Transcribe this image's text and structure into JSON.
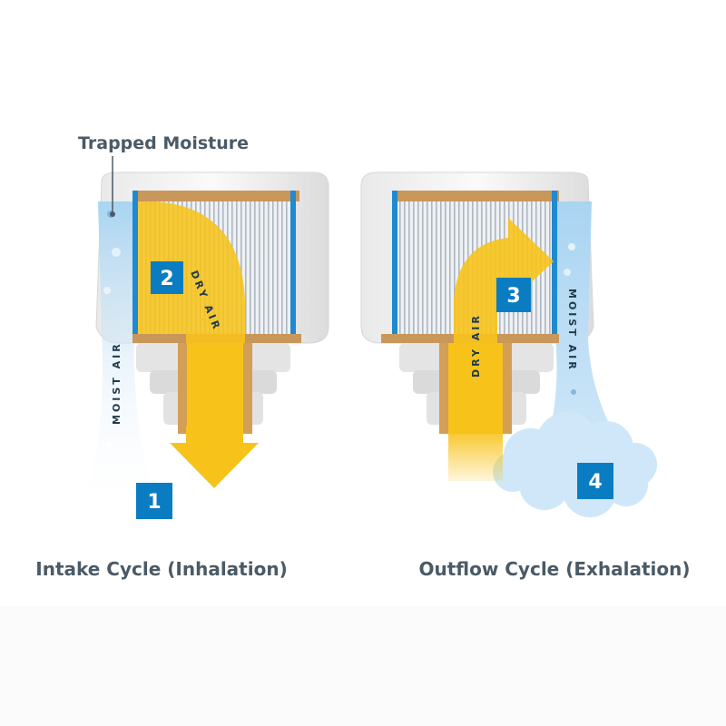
{
  "labels": {
    "trapped_moisture": "Trapped Moisture",
    "intake_caption": "Intake Cycle (Inhalation)",
    "outflow_caption": "Outflow Cycle (Exhalation)"
  },
  "flows": {
    "moist_air_left": "MOIST AIR",
    "dry_air_left": "DRY AIR",
    "dry_air_right": "DRY AIR",
    "moist_air_right": "MOIST AIR"
  },
  "steps": {
    "step1": "1",
    "step2": "2",
    "step3": "3",
    "step4": "4"
  },
  "colors": {
    "badge_blue": "#0a7cc2",
    "dry_air_yellow": "#f7c31b",
    "moist_air_blue": "#bfe0f5",
    "frame_tan": "#c9975a",
    "filter_blue": "#1f8ad0",
    "label_gray": "#4a5a66",
    "housing_gray": "#e6e6e6"
  }
}
